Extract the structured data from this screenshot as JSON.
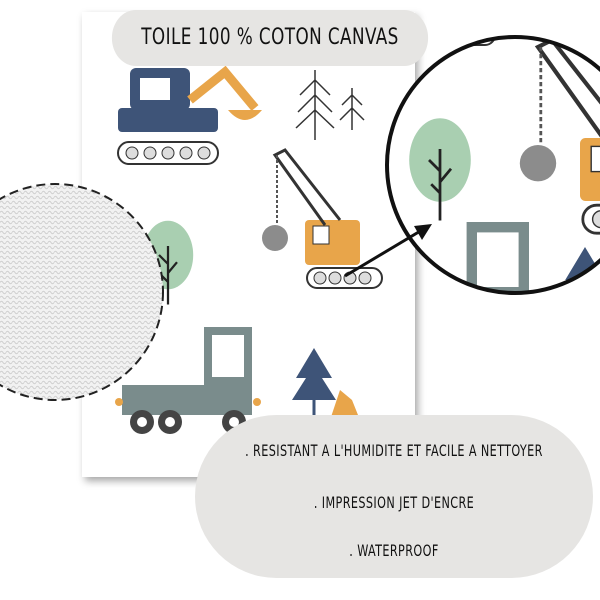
{
  "title": "TOILE 100 % COTON CANVAS",
  "features": [
    ". RESISTANT A L'HUMIDITE ET FACILE A NETTOYER",
    ". IMPRESSION JET D'ENCRE",
    ". WATERPROOF"
  ],
  "colors": {
    "pill": "#e6e5e3",
    "navy": "#3e5478",
    "orange": "#e8a54a",
    "sage": "#a9cfb1",
    "truck": "#7a8c8c",
    "grey": "#8c8c8c"
  }
}
